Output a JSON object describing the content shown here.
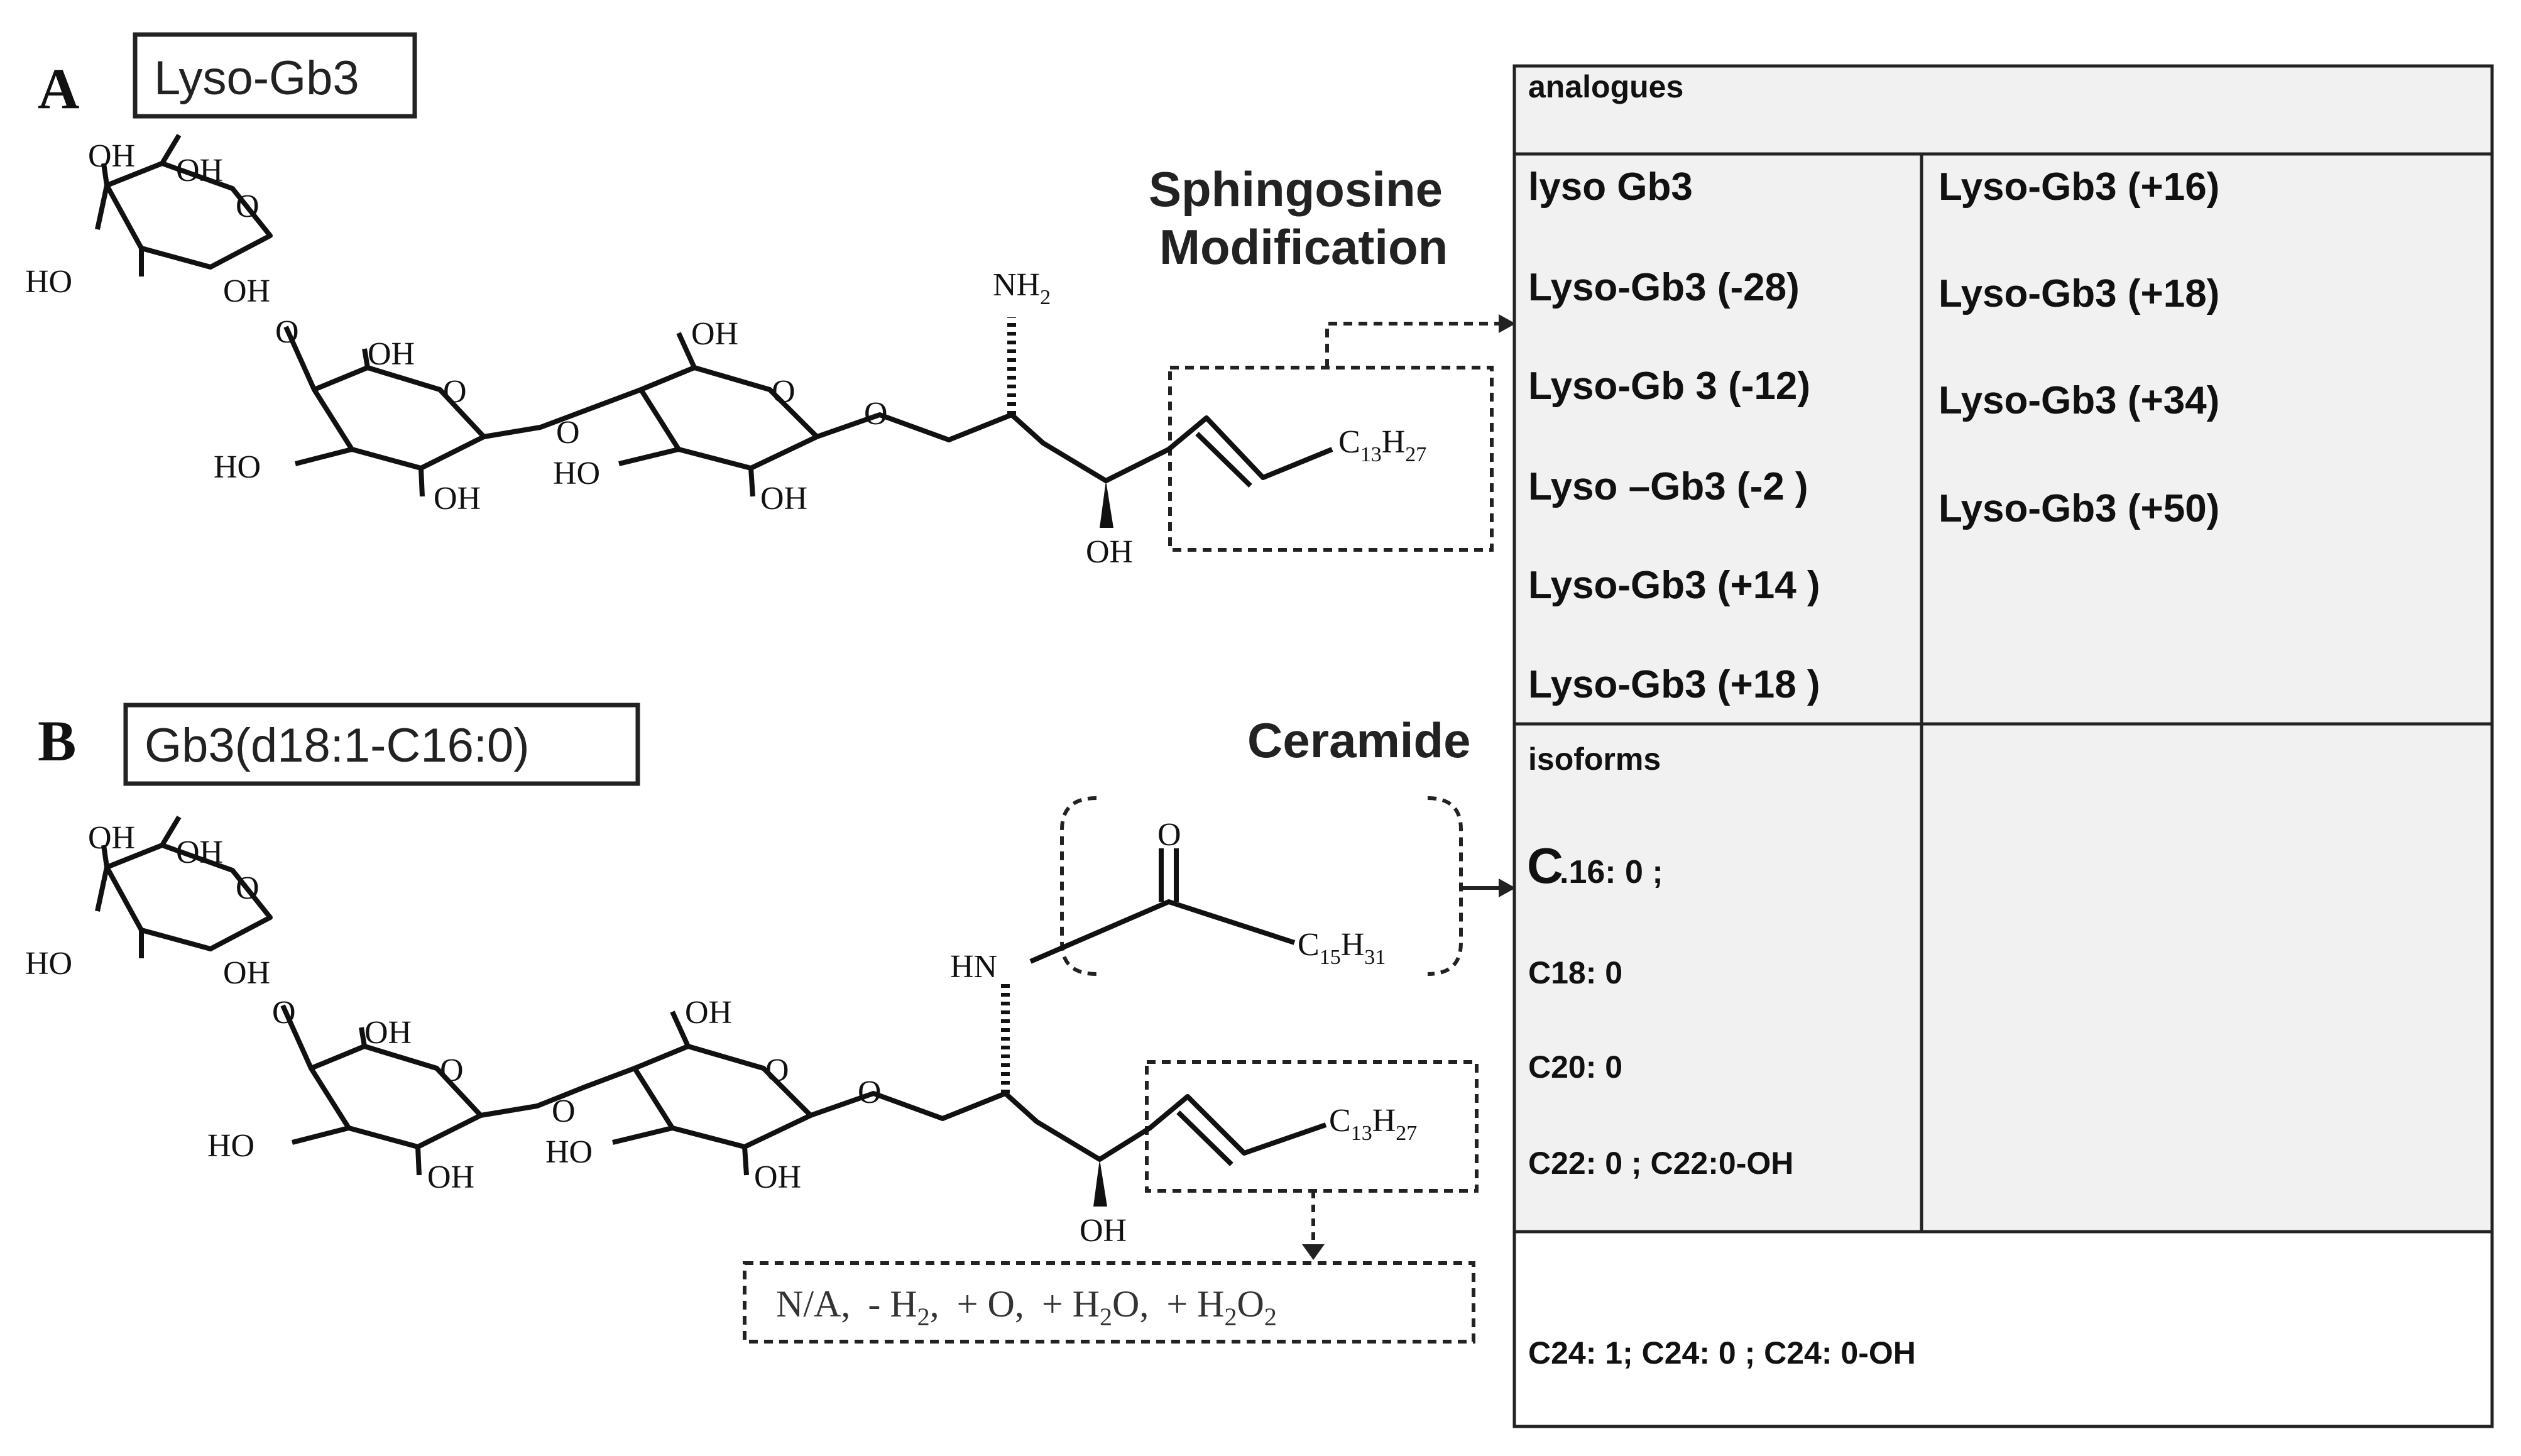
{
  "panel_a": {
    "letter": "A",
    "title": "Lyso-Gb3",
    "modification_label_line1": "Sphingosine",
    "modification_label_line2": "Modification",
    "labels": {
      "oh": "OH",
      "ho": "HO",
      "o": "O",
      "nh2": "NH",
      "nh2_sub": "2",
      "chain_c": "C",
      "chain_c_sub": "13",
      "chain_h": "H",
      "chain_h_sub": "27"
    }
  },
  "panel_b": {
    "letter": "B",
    "title": "Gb3(d18:1-C16:0)",
    "ceramide_label": "Ceramide",
    "labels": {
      "oh": "OH",
      "ho": "HO",
      "o": "O",
      "hn": "HN",
      "acyl_c": "C",
      "acyl_c_sub": "15",
      "acyl_h": "H",
      "acyl_h_sub": "31",
      "chain_c": "C",
      "chain_c_sub": "13",
      "chain_h": "H",
      "chain_h_sub": "27"
    },
    "modifications": {
      "na": "N/A,",
      "minus_h2": "- H",
      "minus_h2_sub": "2",
      "plus_o": "+ O,",
      "plus_h2o_a": "+ H",
      "plus_h2o_sub": "2",
      "plus_h2o_b": "O,",
      "plus_h2o2_a": "+ H",
      "plus_h2o2_sub1": "2",
      "plus_h2o2_b": "O",
      "plus_h2o2_sub2": "2"
    }
  },
  "table": {
    "analogues_header": "analogues",
    "analogues_left": [
      "lyso Gb3",
      "Lyso-Gb3 (-28)",
      "Lyso-Gb 3 (-12)",
      "Lyso –Gb3 (-2 )",
      "Lyso-Gb3 (+14 )",
      "Lyso-Gb3 (+18 )"
    ],
    "analogues_right": [
      "Lyso-Gb3 (+16)",
      "Lyso-Gb3 (+18)",
      "Lyso-Gb3 (+34)",
      "Lyso-Gb3 (+50)"
    ],
    "isoforms_header": "isoforms",
    "isoform_first_big": "C",
    "isoform_first_rest": ".16: 0 ;",
    "isoforms": [
      "C18: 0",
      "C20: 0",
      "C22: 0 ; C22:0-OH"
    ],
    "isoform_last": "C24: 1;  C24: 0 ;  C24: 0-OH"
  }
}
